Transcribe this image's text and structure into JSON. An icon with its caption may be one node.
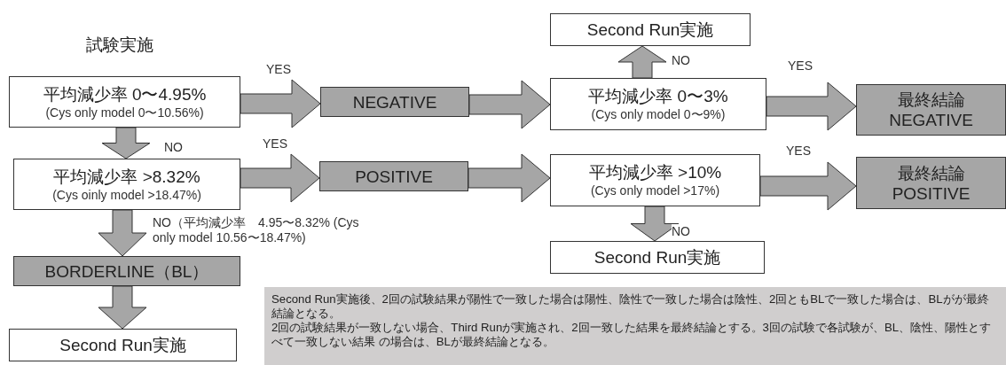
{
  "diagram": {
    "title": "試験実施",
    "nodes": [
      {
        "text": [
          "平均減少率 0〜4.95%",
          "(Cys only model 0〜10.56%)"
        ]
      },
      {
        "text": [
          "NEGATIVE"
        ]
      },
      {
        "text": [
          "平均減少率 >8.32%",
          "(Cys oinly model >18.47%)"
        ]
      },
      {
        "text": [
          "POSITIVE"
        ]
      },
      {
        "text": [
          "BORDERLINE（BL）"
        ]
      },
      {
        "text": [
          "Second Run実施"
        ]
      },
      {
        "text": [
          "Second Run実施"
        ]
      },
      {
        "text": [
          "平均減少率 0〜3%",
          "(Cys only model 0〜9%)"
        ]
      },
      {
        "text": [
          "最終結論 NEGATIVE"
        ]
      },
      {
        "text": [
          "平均減少率 >10%",
          "(Cys only model >17%)"
        ]
      },
      {
        "text": [
          "最終結論 POSITIVE"
        ]
      },
      {
        "text": [
          "Second Run実施"
        ]
      },
      {
        "text": [
          "Second Run実施後、2回の試験結果が陽性で一致した場合は陽性、陰性で一致した場合は陰性、2回ともBLで一致した場合は、BLがが最終結論となる。",
          "2回の試験結果が一致しない場合、Third Runが実施され、2回一致した結果を最終結論とする。3回の試験で各試験が、BL、陰性、陽性とすべて一致しない結果 の場合は、BLが最終結論となる。"
        ]
      }
    ],
    "edges": [
      {
        "from": 0,
        "to": 1,
        "arrow": "to",
        "label": "YES"
      },
      {
        "from": 0,
        "to": 2,
        "arrow": "to",
        "label": "NO"
      },
      {
        "from": 2,
        "to": 3,
        "arrow": "to",
        "label": "YES"
      },
      {
        "from": 2,
        "to": 4,
        "arrow": "to",
        "label": "NO（平均減少率　4.95〜8.32% (Cys only model 10.56〜18.47%)"
      },
      {
        "from": 4,
        "to": 5,
        "arrow": "to"
      },
      {
        "from": 1,
        "to": 7,
        "arrow": "to"
      },
      {
        "from": 7,
        "to": 6,
        "arrow": "to",
        "label": "NO"
      },
      {
        "from": 7,
        "to": 8,
        "arrow": "to",
        "label": "YES"
      },
      {
        "from": 3,
        "to": 9,
        "arrow": "to"
      },
      {
        "from": 9,
        "to": 10,
        "arrow": "to",
        "label": "YES"
      },
      {
        "from": 9,
        "to": 11,
        "arrow": "to",
        "label": "NO"
      }
    ]
  }
}
